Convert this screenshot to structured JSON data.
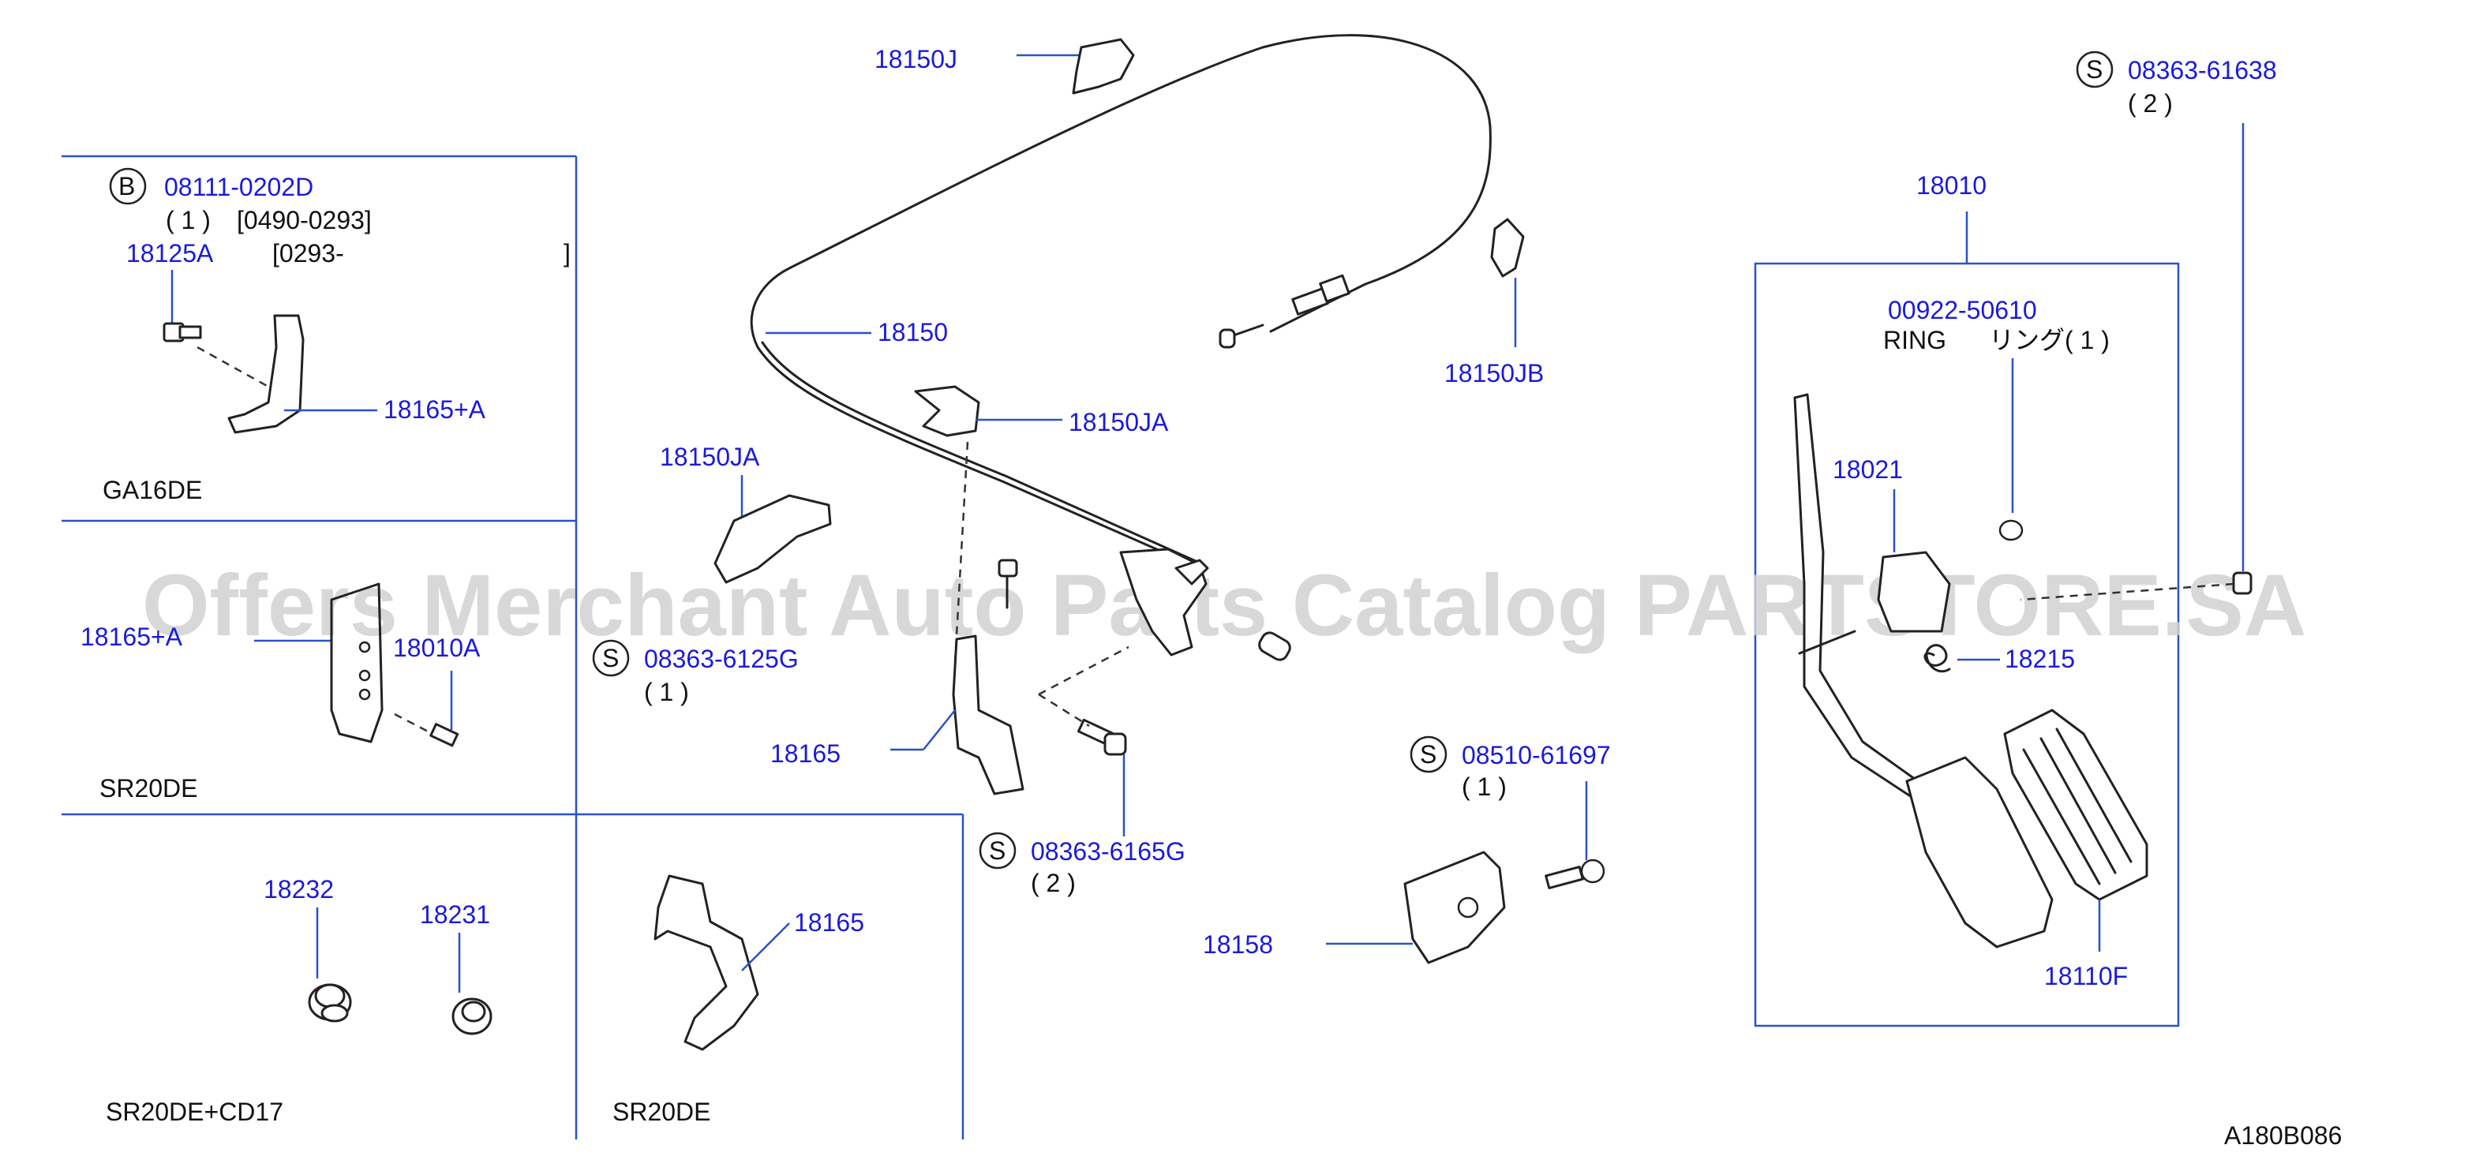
{
  "watermark": "Offers Merchant Auto Parts Catalog PARTSTORE.SA",
  "diagram_id": "A180B086",
  "engines": {
    "ga16de": "GA16DE",
    "sr20de_a": "SR20DE",
    "sr20de_cd17": "SR20DE+CD17",
    "sr20de_b": "SR20DE"
  },
  "symbols": {
    "b": "B",
    "s": "S"
  },
  "parts": {
    "p08111": "08111-0202D",
    "p08111_qty": "( 1 )",
    "p08111_date": "[0490-0293]",
    "p18125A": "18125A",
    "p18125A_date_open": "[0293-",
    "p18125A_date_close": "]",
    "p18165A_top": "18165+A",
    "p18165A_mid": "18165+A",
    "p18010A": "18010A",
    "p18232": "18232",
    "p18231": "18231",
    "p18165_lower": "18165",
    "p18150J": "18150J",
    "p18150": "18150",
    "p18150JA_right": "18150JA",
    "p18150JA_left": "18150JA",
    "p08363_6125G": "08363-6125G",
    "p08363_6125G_qty": "( 1 )",
    "p18165_mid": "18165",
    "p08363_6165G": "08363-6165G",
    "p08363_6165G_qty": "( 2 )",
    "p18150JB": "18150JB",
    "p08510": "08510-61697",
    "p08510_qty": "( 1 )",
    "p18158": "18158",
    "p08363_61638": "08363-61638",
    "p08363_61638_qty": "( 2 )",
    "p18010": "18010",
    "p00922": "00922-50610",
    "p00922_name": "RING",
    "p00922_jp": "リング( 1 )",
    "p18021": "18021",
    "p18215": "18215",
    "p18110F": "18110F"
  }
}
